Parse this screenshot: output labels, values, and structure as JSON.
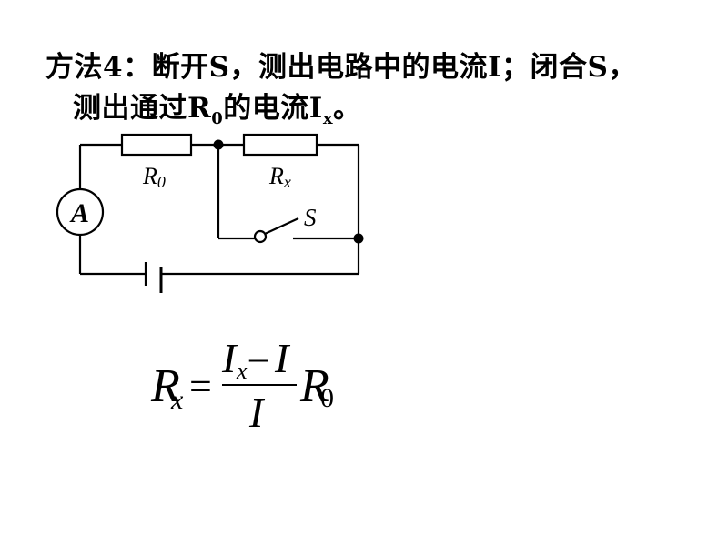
{
  "text": {
    "line1": "方法4：断开S，测出电路中的电流I；闭合S，",
    "line2_main": "测出通过R",
    "line2_sub0": "0",
    "line2_mid": "的电流I",
    "line2_subx": "x",
    "line2_end": "。"
  },
  "circuit": {
    "resistor_r0": "R",
    "resistor_r0_sub": "0",
    "resistor_rx": "R",
    "resistor_rx_sub": "x",
    "switch_label": "S",
    "ammeter_label": "A"
  },
  "formula": {
    "lhs": "R",
    "lhs_sub": "x",
    "equals": "=",
    "num_I1": "I",
    "num_I1_sub": "x",
    "num_minus": "–",
    "num_I2": "I",
    "den": "I",
    "rhs": "R",
    "rhs_sub": "0"
  }
}
